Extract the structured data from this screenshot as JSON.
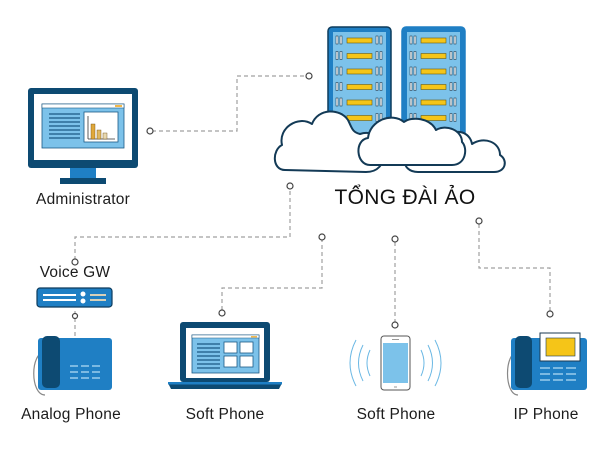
{
  "diagram": {
    "title": "TỔNG ĐÀI ẢO",
    "center_node": {
      "name": "virtual-pbx",
      "icons": [
        "server-rack-icon",
        "server-rack-icon",
        "cloud-icon"
      ]
    },
    "nodes": [
      {
        "id": "administrator",
        "label": "Administrator",
        "icon": "desktop-monitor-icon"
      },
      {
        "id": "voice-gw",
        "label": "Voice GW",
        "icon": "gateway-device-icon"
      },
      {
        "id": "analog-phone",
        "label": "Analog Phone",
        "icon": "desk-phone-icon"
      },
      {
        "id": "soft-phone-laptop",
        "label": "Soft Phone",
        "icon": "laptop-icon"
      },
      {
        "id": "soft-phone-mobile",
        "label": "Soft Phone",
        "icon": "smartphone-icon"
      },
      {
        "id": "ip-phone",
        "label": "IP Phone",
        "icon": "ip-desk-phone-icon"
      }
    ],
    "edges": [
      {
        "from": "administrator",
        "to": "virtual-pbx",
        "style": "dashed"
      },
      {
        "from": "voice-gw",
        "to": "virtual-pbx",
        "style": "dashed"
      },
      {
        "from": "analog-phone",
        "to": "voice-gw",
        "style": "dashed"
      },
      {
        "from": "soft-phone-laptop",
        "to": "virtual-pbx",
        "style": "dashed"
      },
      {
        "from": "soft-phone-mobile",
        "to": "virtual-pbx",
        "style": "dashed"
      },
      {
        "from": "ip-phone",
        "to": "virtual-pbx",
        "style": "dashed"
      }
    ],
    "colors": {
      "dark_navy": "#0d4a72",
      "blue": "#1f7fc4",
      "light_blue": "#7cc2ea",
      "yellow": "#f5c518",
      "line_gray": "#9a9a9a",
      "outline": "#1b3a52"
    }
  }
}
